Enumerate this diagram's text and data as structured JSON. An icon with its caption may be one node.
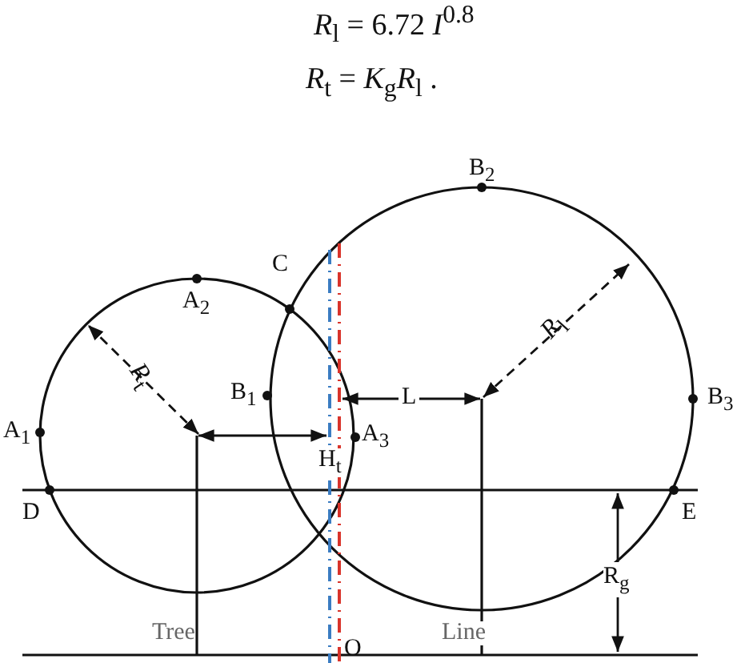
{
  "diagram": {
    "labels": [
      "*R*$_{l}$ = 6.72 *I*$^{0.8}$",
      "*R*$_{t}$ = *K*$_{g}$*R*$_{l}$ .",
      "B$_{2}$",
      "C",
      "A$_{2}$",
      "*R*$_{t}$",
      "*R*$_{l}$",
      "B$_{1}$",
      "L",
      "B$_{3}$",
      "A$_{1}$",
      "A$_{3}$",
      "H$_{t}$",
      "D",
      "E",
      "R$_{g}$",
      "Tree",
      "Line",
      "O"
    ]
  }
}
